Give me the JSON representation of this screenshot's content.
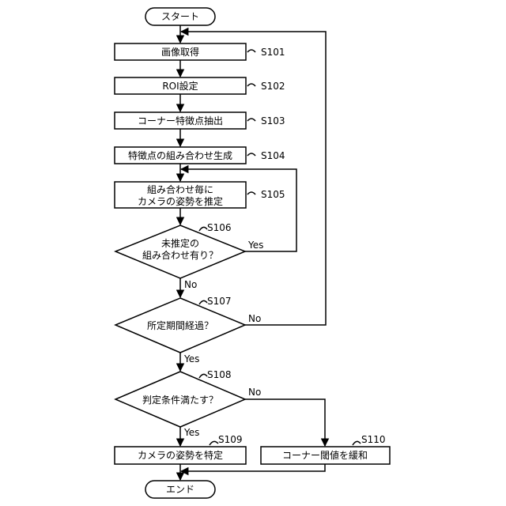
{
  "flowchart": {
    "start_label": "スタート",
    "end_label": "エンド",
    "steps": {
      "s101": {
        "id": "S101",
        "text": "画像取得"
      },
      "s102": {
        "id": "S102",
        "text": "ROI設定"
      },
      "s103": {
        "id": "S103",
        "text": "コーナー特徴点抽出"
      },
      "s104": {
        "id": "S104",
        "text": "特徴点の組み合わせ生成"
      },
      "s105": {
        "id": "S105",
        "text_line1": "組み合わせ毎に",
        "text_line2": "カメラの姿勢を推定"
      },
      "s106": {
        "id": "S106",
        "text_line1": "未推定の",
        "text_line2": "組み合わせ有り？",
        "yes": "Yes",
        "no": "No"
      },
      "s107": {
        "id": "S107",
        "text": "所定期間経過？",
        "yes": "Yes",
        "no": "No"
      },
      "s108": {
        "id": "S108",
        "text": "判定条件満たす？",
        "yes": "Yes",
        "no": "No"
      },
      "s109": {
        "id": "S109",
        "text": "カメラの姿勢を特定"
      },
      "s110": {
        "id": "S110",
        "text": "コーナー閾値を緩和"
      }
    }
  }
}
